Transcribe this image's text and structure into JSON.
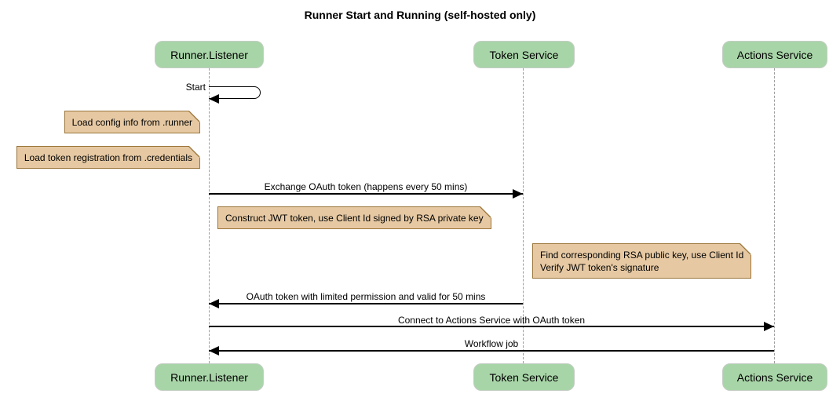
{
  "title": "Runner Start and Running (self-hosted only)",
  "participants": [
    {
      "id": "runner-listener",
      "label": "Runner.Listener"
    },
    {
      "id": "token-service",
      "label": "Token Service"
    },
    {
      "id": "actions-service",
      "label": "Actions Service"
    }
  ],
  "messages": [
    {
      "label": "Start",
      "type": "self",
      "from": "runner-listener",
      "to": "runner-listener"
    },
    {
      "label": "Exchange OAuth token (happens every 50 mins)",
      "from": "runner-listener",
      "to": "token-service"
    },
    {
      "label": "OAuth token with limited permission and valid for 50 mins",
      "from": "token-service",
      "to": "runner-listener"
    },
    {
      "label": "Connect to Actions Service with OAuth token",
      "from": "runner-listener",
      "to": "actions-service"
    },
    {
      "label": "Workflow job",
      "from": "actions-service",
      "to": "runner-listener"
    }
  ],
  "notes": [
    {
      "text": "Load config info from .runner",
      "anchor": "left-of-runner-listener"
    },
    {
      "text": "Load token registration from .credentials",
      "anchor": "left-of-runner-listener"
    },
    {
      "text": "Construct JWT token, use Client Id signed by RSA private key",
      "anchor": "right-of-runner-listener"
    },
    {
      "line1": "Find corresponding RSA public key, use Client Id",
      "line2": "Verify JWT token's signature",
      "anchor": "right-of-token-service"
    }
  ],
  "colors": {
    "participant_fill": "#a8d5a8",
    "note_fill": "#e6c9a3",
    "note_border": "#9a7539",
    "lifeline": "#9e9e9e",
    "arrow": "#000000",
    "background": "#ffffff"
  }
}
